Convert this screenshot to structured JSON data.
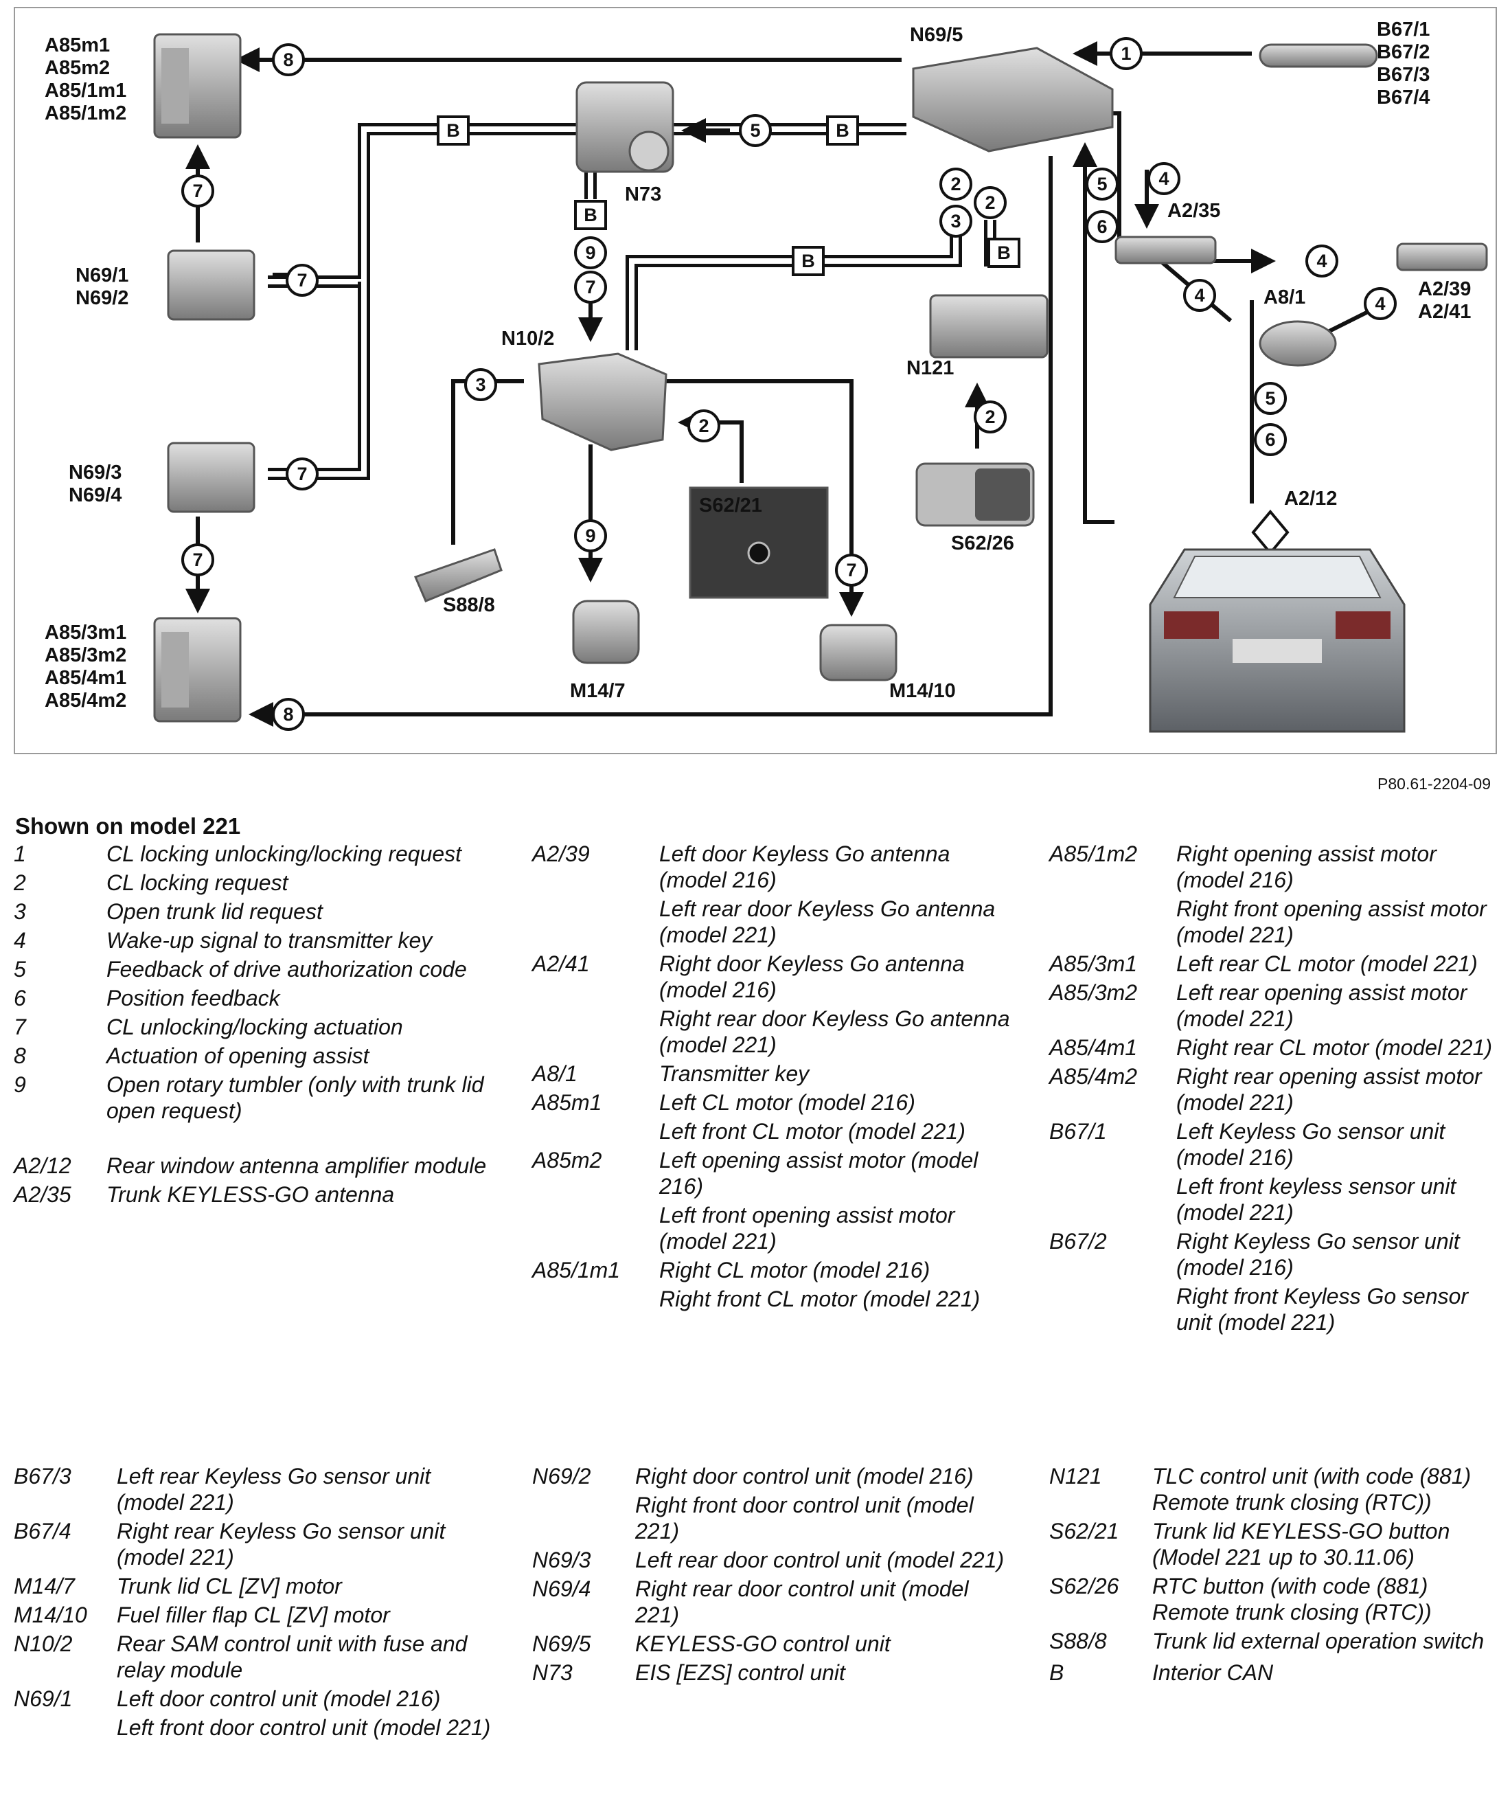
{
  "figure_code": "P80.61-2204-09",
  "legend_title": "Shown on model 221",
  "diagram": {
    "labels": {
      "a85m1_group": [
        "A85m1",
        "A85m2",
        "A85/1m1",
        "A85/1m2"
      ],
      "a85m3_group": [
        "A85/3m1",
        "A85/3m2",
        "A85/4m1",
        "A85/4m2"
      ],
      "n69_1": [
        "N69/1",
        "N69/2"
      ],
      "n69_3": [
        "N69/3",
        "N69/4"
      ],
      "n69_5": "N69/5",
      "b67": [
        "B67/1",
        "B67/2",
        "B67/3",
        "B67/4"
      ],
      "n73": "N73",
      "n10_2": "N10/2",
      "n121": "N121",
      "a2_35": "A2/35",
      "a2_39": [
        "A2/39",
        "A2/41"
      ],
      "a8_1": "A8/1",
      "a2_12": "A2/12",
      "s62_21": "S62/21",
      "s62_26": "S62/26",
      "s88_8": "S88/8",
      "m14_7": "M14/7",
      "m14_10": "M14/10",
      "bus": "B"
    },
    "numbers": [
      "1",
      "2",
      "3",
      "4",
      "5",
      "6",
      "7",
      "8",
      "9"
    ]
  },
  "legend": {
    "col1_top": [
      {
        "k": "1",
        "v": "CL locking unlocking/locking request"
      },
      {
        "k": "2",
        "v": "CL locking request"
      },
      {
        "k": "3",
        "v": "Open trunk lid request"
      },
      {
        "k": "4",
        "v": "Wake-up signal to transmitter key"
      },
      {
        "k": "5",
        "v": "Feedback of drive authorization code"
      },
      {
        "k": "6",
        "v": "Position feedback"
      },
      {
        "k": "7",
        "v": "CL unlocking/locking actuation"
      },
      {
        "k": "8",
        "v": "Actuation of opening assist"
      },
      {
        "k": "9",
        "v": "Open rotary tumbler (only with trunk lid open request)"
      }
    ],
    "col1_bottom": [
      {
        "k": "A2/12",
        "v": "Rear window antenna amplifier module"
      },
      {
        "k": "A2/35",
        "v": "Trunk KEYLESS-GO antenna"
      }
    ],
    "col2_top": [
      {
        "k": "A2/39",
        "v": "Left door Keyless Go antenna (model 216)"
      },
      {
        "k": "",
        "v": "Left rear door Keyless Go antenna (model 221)"
      },
      {
        "k": "A2/41",
        "v": "Right door Keyless Go antenna (model 216)"
      },
      {
        "k": "",
        "v": "Right rear door Keyless Go antenna (model 221)"
      },
      {
        "k": "A8/1",
        "v": "Transmitter key"
      },
      {
        "k": "A85m1",
        "v": "Left CL motor (model 216)"
      },
      {
        "k": "",
        "v": "Left front CL motor (model 221)"
      },
      {
        "k": "A85m2",
        "v": "Left opening assist motor (model 216)"
      },
      {
        "k": "",
        "v": "Left front opening assist motor (model 221)"
      },
      {
        "k": "A85/1m1",
        "v": "Right CL motor (model 216)"
      },
      {
        "k": "",
        "v": "Right front CL motor (model 221)"
      }
    ],
    "col3_top": [
      {
        "k": "A85/1m2",
        "v": "Right opening assist motor (model 216)"
      },
      {
        "k": "",
        "v": "Right front opening assist motor (model 221)"
      },
      {
        "k": "A85/3m1",
        "v": "Left rear CL motor (model 221)"
      },
      {
        "k": "A85/3m2",
        "v": "Left rear opening assist motor (model 221)"
      },
      {
        "k": "A85/4m1",
        "v": "Right rear CL motor (model 221)"
      },
      {
        "k": "A85/4m2",
        "v": "Right rear opening assist motor (model 221)"
      },
      {
        "k": "B67/1",
        "v": "Left Keyless Go sensor unit (model 216)"
      },
      {
        "k": "",
        "v": "Left front keyless sensor unit (model 221)"
      },
      {
        "k": "B67/2",
        "v": "Right Keyless Go sensor unit (model 216)"
      },
      {
        "k": "",
        "v": "Right front Keyless Go sensor unit (model 221)"
      }
    ],
    "col1_b": [
      {
        "k": "B67/3",
        "v": "Left rear Keyless Go sensor unit (model 221)"
      },
      {
        "k": "B67/4",
        "v": "Right rear Keyless Go sensor unit (model 221)"
      },
      {
        "k": "M14/7",
        "v": "Trunk lid CL [ZV] motor"
      },
      {
        "k": "M14/10",
        "v": "Fuel filler flap CL [ZV] motor"
      },
      {
        "k": "N10/2",
        "v": "Rear SAM control unit with fuse and relay module"
      },
      {
        "k": "N69/1",
        "v": "Left door control unit (model 216)"
      },
      {
        "k": "",
        "v": "Left front door control unit (model 221)"
      }
    ],
    "col2_b": [
      {
        "k": "N69/2",
        "v": "Right door control unit (model 216)"
      },
      {
        "k": "",
        "v": "Right front door control unit (model 221)"
      },
      {
        "k": "N69/3",
        "v": "Left rear door control unit (model 221)"
      },
      {
        "k": "N69/4",
        "v": "Right rear door control unit (model 221)"
      },
      {
        "k": "N69/5",
        "v": "KEYLESS-GO control unit"
      },
      {
        "k": "N73",
        "v": "EIS [EZS] control unit"
      }
    ],
    "col3_b": [
      {
        "k": "N121",
        "v": "TLC control unit (with code (881) Remote trunk closing (RTC))"
      },
      {
        "k": "S62/21",
        "v": "Trunk lid KEYLESS-GO button (Model 221 up to 30.11.06)"
      },
      {
        "k": "S62/26",
        "v": "RTC button (with code (881) Remote trunk closing (RTC))"
      },
      {
        "k": "S88/8",
        "v": "Trunk lid external operation switch"
      },
      {
        "k": "",
        "v": ""
      },
      {
        "k": "B",
        "v": "Interior CAN"
      }
    ]
  }
}
